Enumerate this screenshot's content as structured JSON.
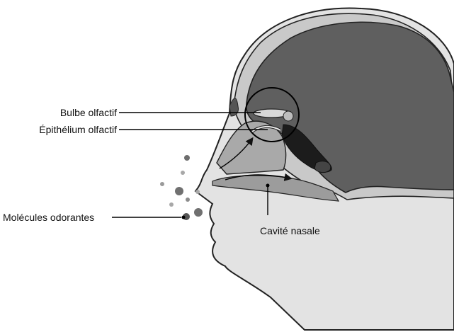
{
  "labels": {
    "bulbe": "Bulbe olfactif",
    "epithelium": "Épithélium olfactif",
    "molecules": "Molécules odorantes",
    "cavite": "Cavité nasale"
  },
  "colors": {
    "skin": "#e3e3e3",
    "skull": "#c9c9c9",
    "brain": "#5f5f5f",
    "outline": "#222222",
    "nasal_cavity": "#a9a9a9",
    "molecule_dark": "#6e6e6e",
    "molecule_light": "#a8a8a8"
  },
  "icons": [
    "arrow-icon",
    "molecule-icon"
  ]
}
